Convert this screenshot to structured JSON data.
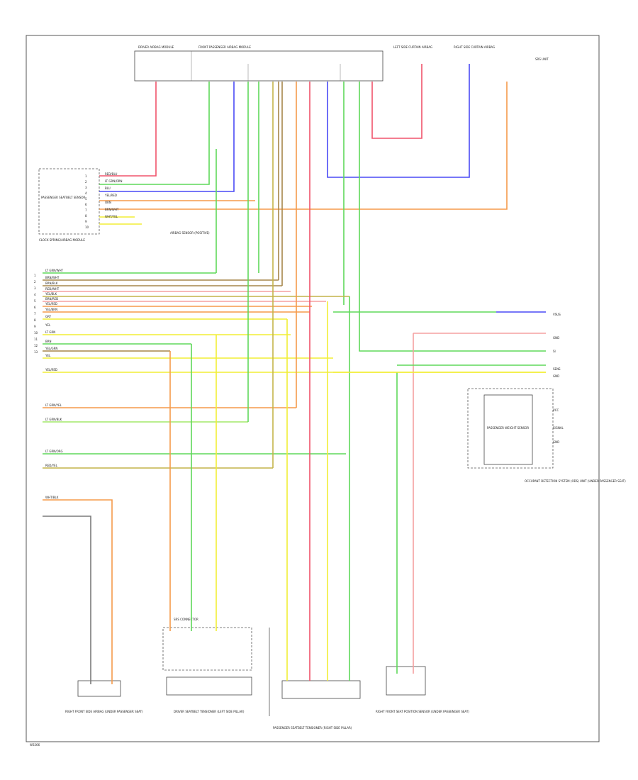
{
  "diagram": {
    "footer_code": "W3266",
    "colors": {
      "red": "#f0536b",
      "green": "#5fd95a",
      "blue": "#4a4af5",
      "orange": "#f59a4a",
      "yellow": "#f2ee35",
      "brown": "#a6864a",
      "gray": "#7a7a7a",
      "pink": "#f5a0a0",
      "olive": "#c4b44a",
      "light_green": "#a4e86a"
    },
    "left_terminal_numbers": [
      "1",
      "2",
      "3",
      "4",
      "5",
      "6",
      "7",
      "8",
      "9",
      "10",
      "11",
      "12",
      "13"
    ],
    "left_wire_labels": [
      "LT GRN/WHT",
      "BRN/WHT",
      "BRN/BLK",
      "RED/WHT",
      "YEL/BLK",
      "BRN/RED",
      "YEL/RED",
      "YEL/BRN",
      "GRY",
      "YEL",
      "LT GRN",
      "BRN",
      "YEL/GRN",
      "YEL",
      "YEL/RED",
      "LT GRN/YEL",
      "LT GRN/BLK",
      "LT GRN/ORG",
      "RED/YEL",
      "WHT/BLK"
    ],
    "occupant_sensor": {
      "label": "PASSENGER SEATBELT SENSOR",
      "assembly": "CLOCK SPRING/AIRBAG MODULE",
      "terminals": [
        "1",
        "2",
        "3",
        "4",
        "5",
        "6",
        "7",
        "8",
        "9",
        "10"
      ],
      "wires": [
        "RED/BLU",
        "LT GRN/ORN",
        "BLU",
        "YEL/RED",
        "ORN",
        "BRN/WHT",
        "WHT/YEL"
      ],
      "note": "AIRBAG SENSOR (POSITIVE)"
    },
    "top_connectors": [
      "DRIVER AIRBAG MODULE",
      "FRONT PASSENGER AIRBAG MODULE",
      "LEFT SIDE CURTAIN AIRBAG",
      "RIGHT SIDE CURTAIN AIRBAG",
      "SRS UNIT"
    ],
    "right_module": {
      "label": "PASSENGER WEIGHT SENSOR",
      "pins": [
        "VSUS",
        "GND",
        "SI",
        "SENS",
        "GND"
      ],
      "outputs": [
        "VCC",
        "SIGNAL",
        "GND"
      ],
      "caption": "OCCUPANT DETECTION SYSTEM (ODS) UNIT (UNDER PASSENGER SEAT)"
    },
    "bottom_components": [
      "RIGHT FRONT SIDE AIRBAG (UNDER PASSENGER SEAT)",
      "DRIVER SEATBELT TENSIONER (LEFT SIDE PILLAR)",
      "PASSENGER SEATBELT TENSIONER (RIGHT SIDE PILLAR)",
      "RIGHT FRONT SEAT POSITION SENSOR (UNDER PASSENGER SEAT)"
    ],
    "connector_label": "SRS CONNECTOR"
  }
}
